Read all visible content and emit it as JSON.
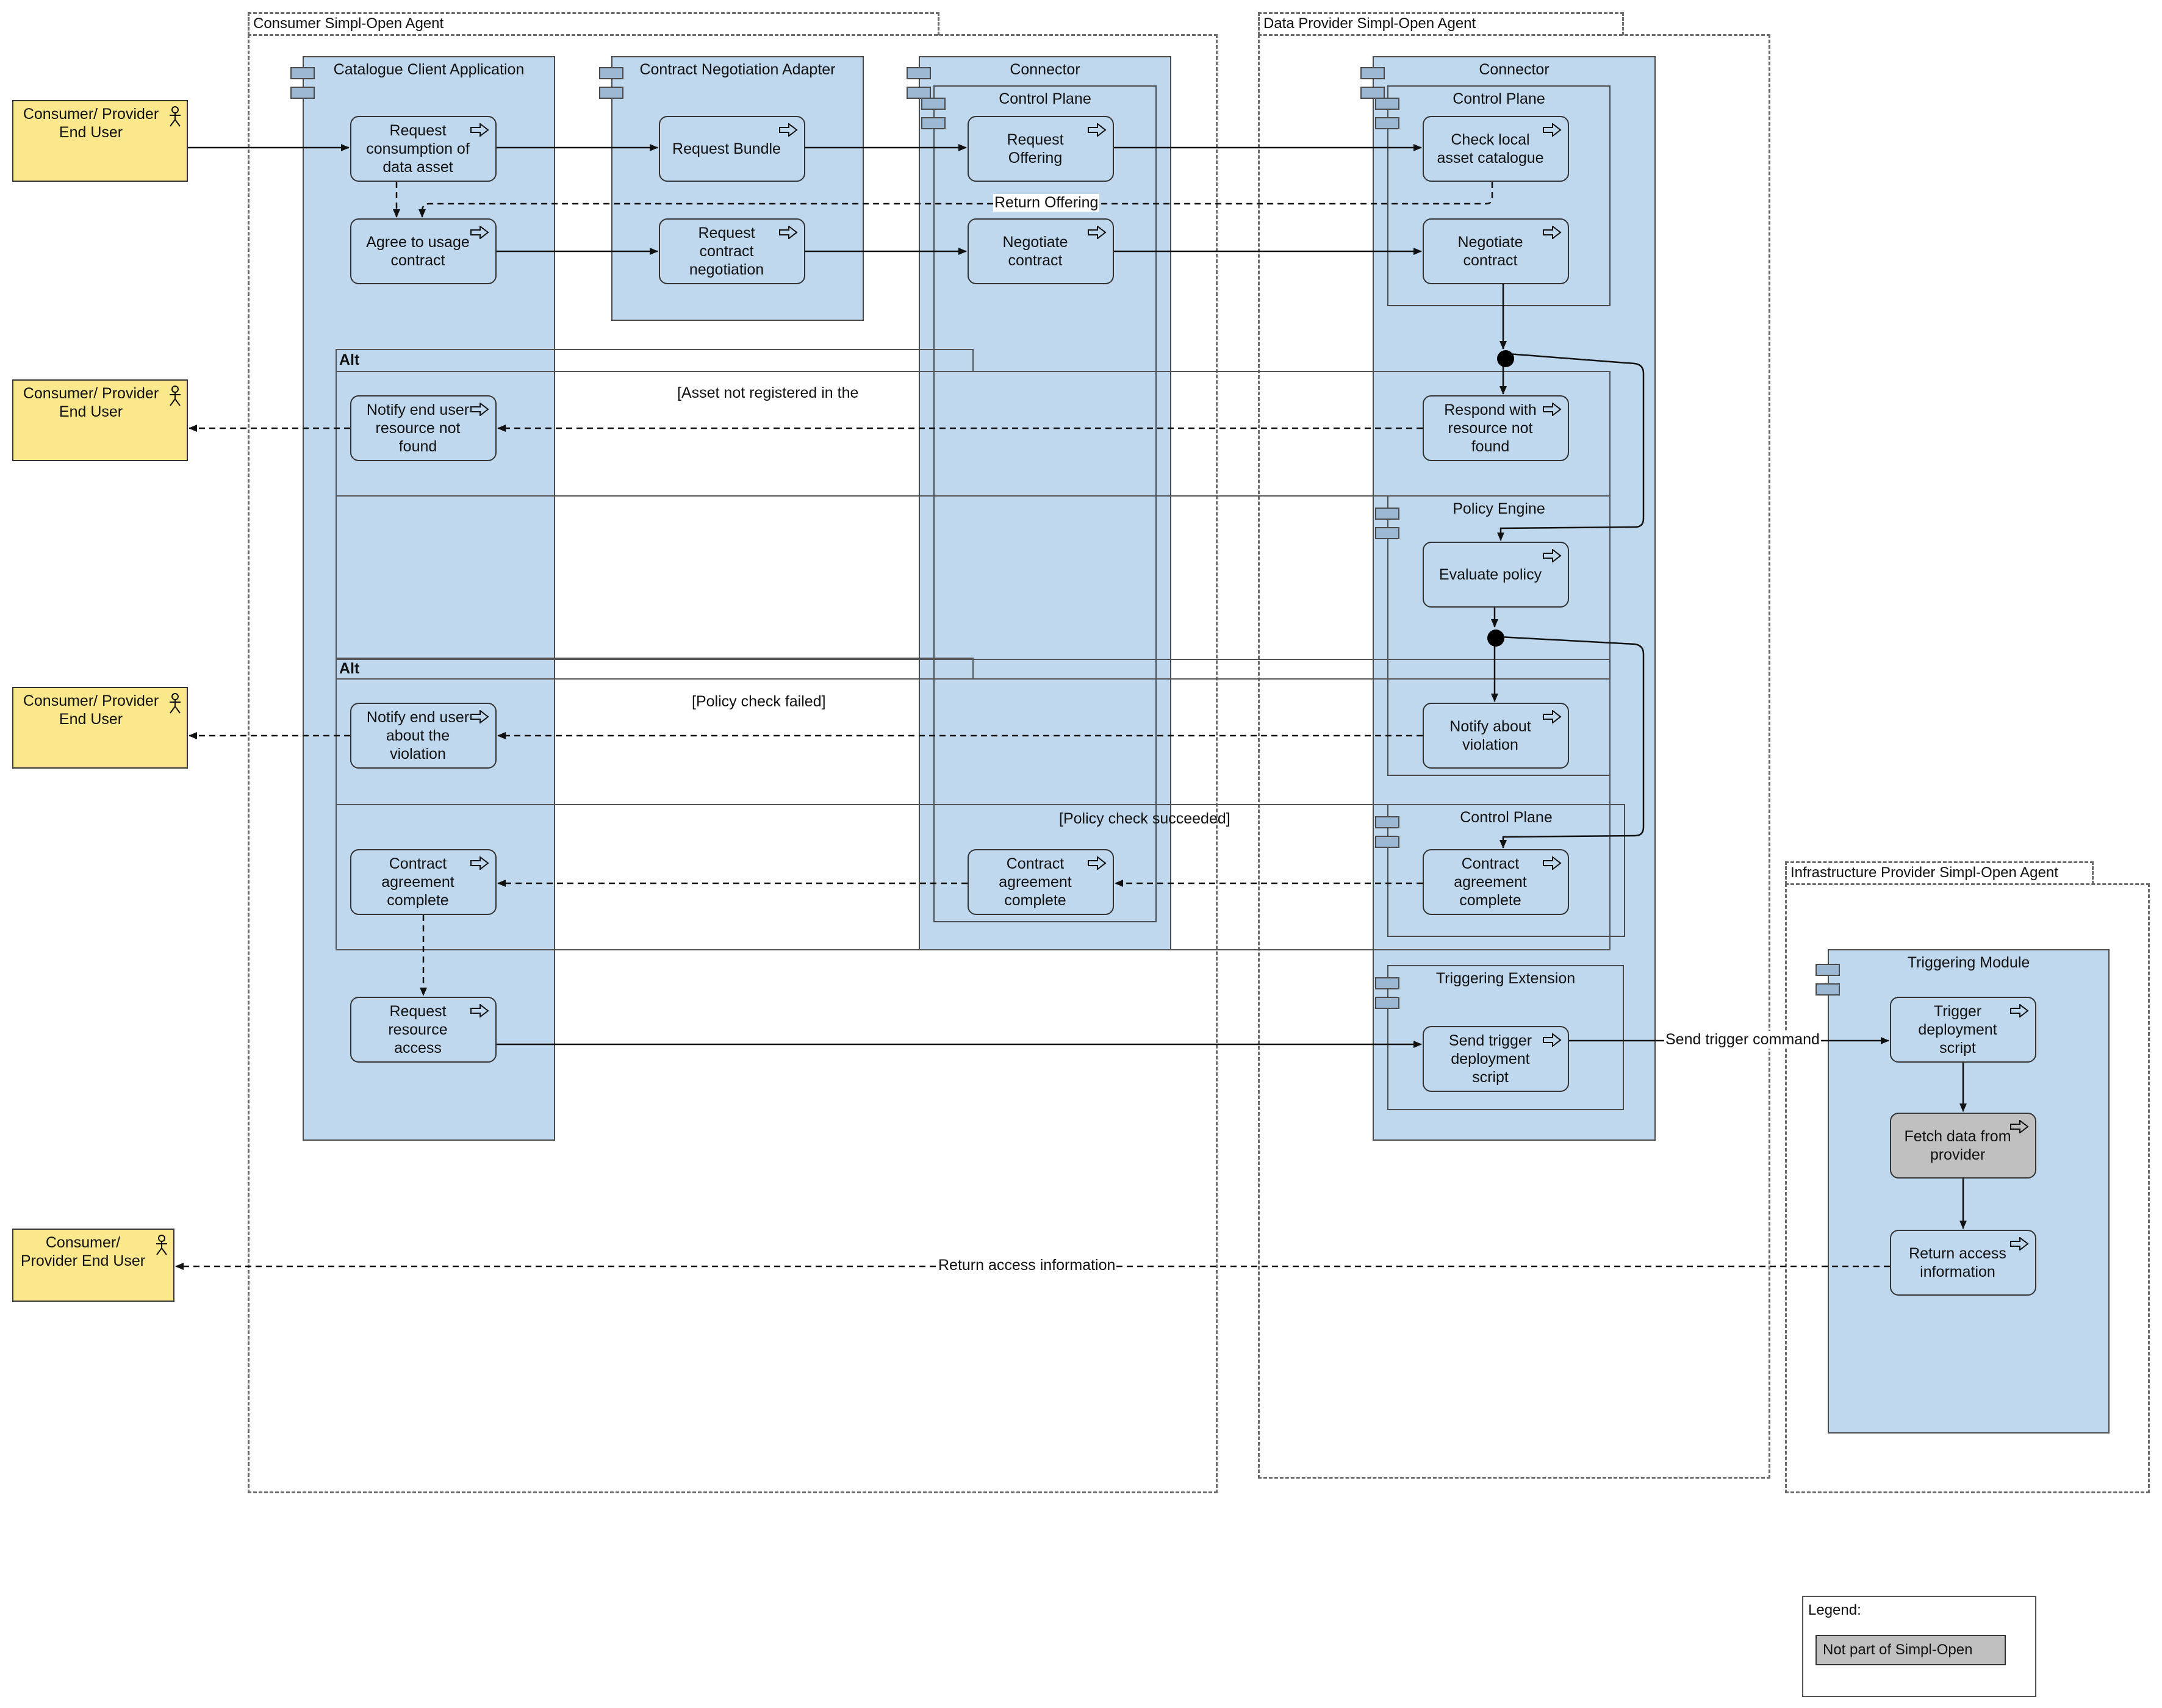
{
  "agents": {
    "consumer": "Consumer Simpl-Open Agent",
    "provider": "Data Provider Simpl-Open Agent",
    "infra": "Infrastructure Provider Simpl-Open Agent"
  },
  "components": {
    "catalogue_client": "Catalogue Client Application",
    "contract_adapter": "Contract Negotiation Adapter",
    "consumer_connector": "Connector",
    "consumer_control_plane": "Control Plane",
    "provider_connector": "Connector",
    "provider_control_plane": "Control Plane",
    "policy_engine": "Policy Engine",
    "provider_control_plane_2": "Control Plane",
    "triggering_extension": "Triggering Extension",
    "triggering_module": "Triggering Module"
  },
  "actors": {
    "actor1": "Consumer/ Provider  End User",
    "actor2": "Consumer/ Provider  End User",
    "actor3": "Consumer/ Provider  End User",
    "actor4": "Consumer/ Provider  End User"
  },
  "functions": {
    "request_consumption": "Request consumption of data asset",
    "agree_usage": "Agree to usage contract",
    "request_bundle": "Request Bundle",
    "request_contract_negotiation": "Request contract negotiation",
    "request_offering": "Request Offering",
    "negotiate_contract_consumer": "Negotiate contract",
    "check_local_catalogue": "Check local asset catalogue",
    "negotiate_contract_provider": "Negotiate contract",
    "notify_not_found": "Notify end user resource not found",
    "respond_not_found": "Respond with resource not found",
    "evaluate_policy": "Evaluate policy",
    "notify_violation_user": "Notify end user about the violation",
    "notify_about_violation": "Notify about violation",
    "agreement_complete_client": "Contract agreement complete",
    "agreement_complete_connector": "Contract agreement complete",
    "agreement_complete_provider": "Contract agreement complete",
    "request_resource_access": "Request resource access",
    "send_trigger_script": "Send trigger deployment script",
    "trigger_deployment_script": "Trigger deployment script",
    "fetch_data": "Fetch data from provider",
    "return_access_info_fn": "Return access information"
  },
  "fragments": {
    "alt1_label": "Alt",
    "alt1_guard": "[Asset not registered in the",
    "alt2_label": "Alt",
    "alt2_guard_failed": "[Policy check failed]",
    "alt2_guard_succeeded": "[Policy check succeeded]"
  },
  "edge_labels": {
    "return_offering": "Return Offering",
    "send_trigger_command": "Send trigger command",
    "return_access_information": "Return access information"
  },
  "legend": {
    "title": "Legend:",
    "item": "Not part of Simpl-Open"
  },
  "colors": {
    "component_fill": "#bfd8ee",
    "actor_fill": "#fbe88c",
    "external_fill": "#c0c0c0",
    "line": "#111111"
  }
}
